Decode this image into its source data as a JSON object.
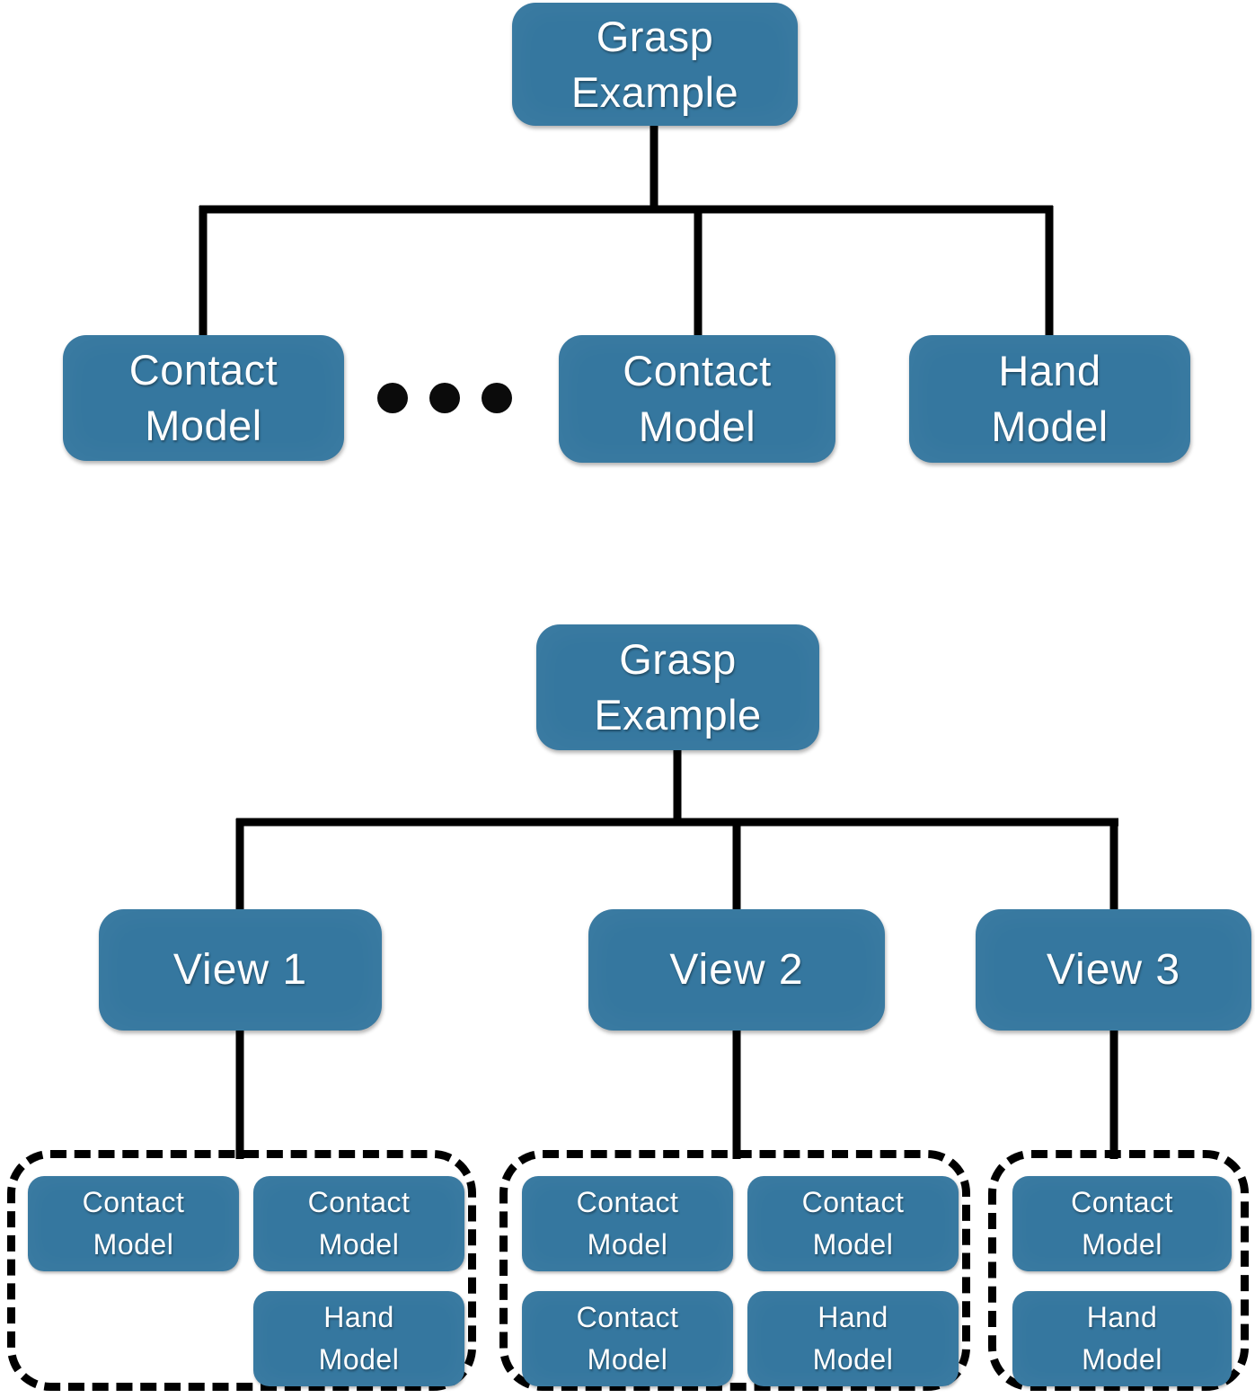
{
  "colors": {
    "node_fill": "#35779f",
    "node_text": "#ffffff",
    "connector": "#000000",
    "background": "#ffffff"
  },
  "top_tree": {
    "root": {
      "line1": "Grasp",
      "line2": "Example"
    },
    "child_contact_1": {
      "line1": "Contact",
      "line2": "Model"
    },
    "child_contact_2": {
      "line1": "Contact",
      "line2": "Model"
    },
    "child_hand": {
      "line1": "Hand",
      "line2": "Model"
    },
    "ellipsis_dot_count": 3
  },
  "bottom_tree": {
    "root": {
      "line1": "Grasp",
      "line2": "Example"
    },
    "views": [
      {
        "label": "View 1"
      },
      {
        "label": "View 2"
      },
      {
        "label": "View 3"
      }
    ],
    "view1_group": {
      "box1": {
        "line1": "Contact",
        "line2": "Model"
      },
      "box2": {
        "line1": "Contact",
        "line2": "Model"
      },
      "box3": {
        "line1": "Hand",
        "line2": "Model"
      }
    },
    "view2_group": {
      "box1": {
        "line1": "Contact",
        "line2": "Model"
      },
      "box2": {
        "line1": "Contact",
        "line2": "Model"
      },
      "box3": {
        "line1": "Contact",
        "line2": "Model"
      },
      "box4": {
        "line1": "Hand",
        "line2": "Model"
      }
    },
    "view3_group": {
      "box1": {
        "line1": "Contact",
        "line2": "Model"
      },
      "box2": {
        "line1": "Hand",
        "line2": "Model"
      }
    }
  }
}
